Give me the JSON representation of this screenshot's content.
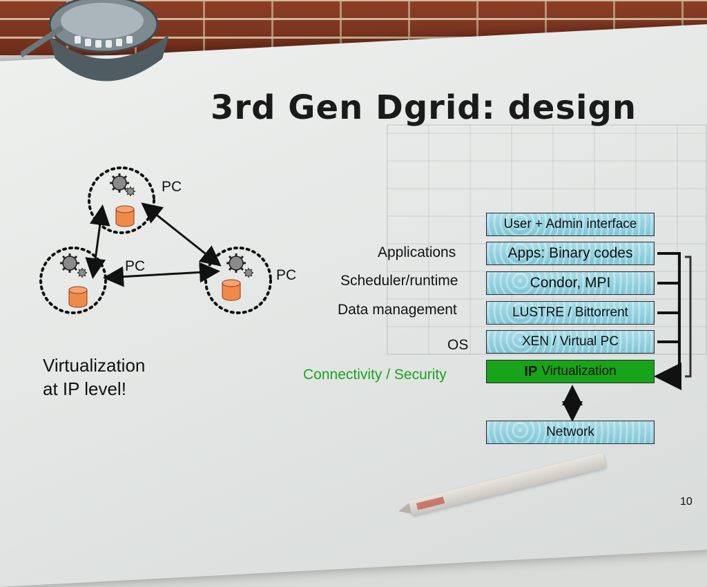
{
  "slide": {
    "title": "3rd Gen Dgrid: design",
    "slide_number": "10"
  },
  "pcs": {
    "top_label": "PC",
    "left_label": "PC",
    "right_label": "PC"
  },
  "side_note": {
    "line1": "Virtualization",
    "line2": "at IP level!"
  },
  "layers": {
    "labels": {
      "applications": "Applications",
      "scheduler": "Scheduler/runtime",
      "data": "Data management",
      "os": "OS",
      "connectivity": "Connectivity / Security"
    },
    "boxes": {
      "user_admin": "User + Admin interface",
      "apps": "Apps: Binary codes",
      "condor": "Condor, MPI",
      "lustre": "LUSTRE / Bittorrent",
      "xen": "XEN / Virtual PC",
      "ip_bold": "IP",
      "ip_rest": "Virtualization",
      "network": "Network"
    }
  },
  "colors": {
    "highlight_green": "#1aa31a",
    "box_blue": "#8fd0de",
    "db_orange": "#f08a4b"
  },
  "icons": [
    "desk-lamp-icon",
    "gear-icon",
    "database-icon",
    "pencil-icon"
  ]
}
